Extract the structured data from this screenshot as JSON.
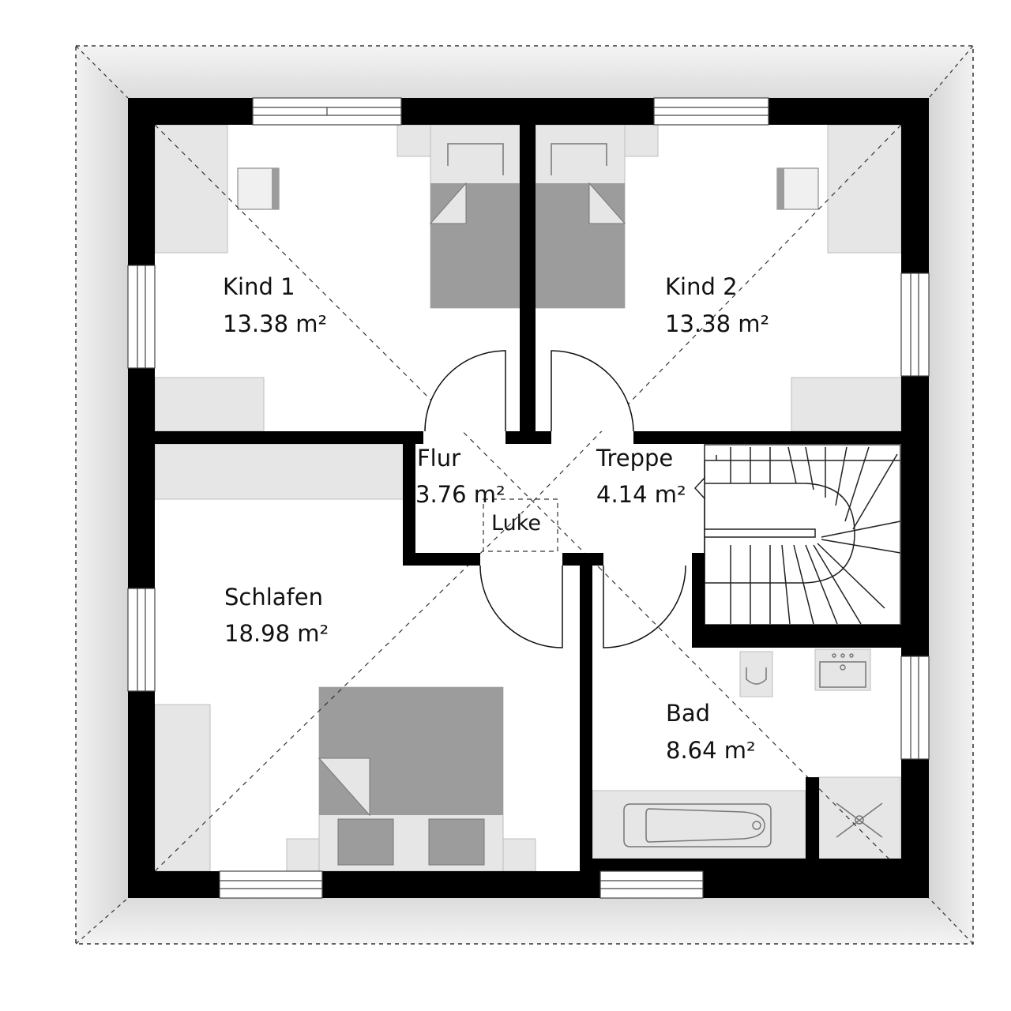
{
  "rooms": [
    {
      "key": "kind1",
      "name": "Kind 1",
      "area": "13.38 m²"
    },
    {
      "key": "kind2",
      "name": "Kind 2",
      "area": "13.38 m²"
    },
    {
      "key": "flur",
      "name": "Flur",
      "area": "3.76 m²"
    },
    {
      "key": "treppe",
      "name": "Treppe",
      "area": "4.14 m²"
    },
    {
      "key": "schlafen",
      "name": "Schlafen",
      "area": "18.98 m²"
    },
    {
      "key": "bad",
      "name": "Bad",
      "area": "8.64 m²"
    }
  ],
  "hatch_label": "Luke",
  "colors": {
    "wall": "#000000",
    "roof_shade": "#e0e0e0",
    "furniture_light": "#e6e6e6",
    "furniture_dark": "#9c9c9c",
    "line": "#333333"
  }
}
